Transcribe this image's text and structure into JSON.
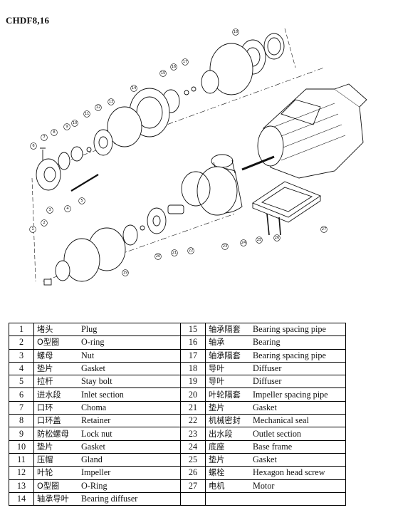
{
  "title": "CHDF8,16",
  "callouts": [
    "1",
    "2",
    "3",
    "4",
    "5",
    "6",
    "7",
    "8",
    "9",
    "10",
    "11",
    "12",
    "13",
    "14",
    "15",
    "16",
    "17",
    "18",
    "19",
    "20",
    "21",
    "22",
    "23",
    "24",
    "25",
    "26",
    "27"
  ],
  "parts": [
    {
      "no": "1",
      "cn": "堵头",
      "en": "Plug"
    },
    {
      "no": "2",
      "cn": "O型圈",
      "en": "O-ring"
    },
    {
      "no": "3",
      "cn": "螺母",
      "en": "Nut"
    },
    {
      "no": "4",
      "cn": "垫片",
      "en": "Gasket"
    },
    {
      "no": "5",
      "cn": "拉杆",
      "en": "Stay bolt"
    },
    {
      "no": "6",
      "cn": "进水段",
      "en": "Inlet section"
    },
    {
      "no": "7",
      "cn": "口环",
      "en": "Choma"
    },
    {
      "no": "8",
      "cn": "口环盖",
      "en": "Retainer"
    },
    {
      "no": "9",
      "cn": "防松螺母",
      "en": "Lock nut"
    },
    {
      "no": "10",
      "cn": "垫片",
      "en": "Gasket"
    },
    {
      "no": "11",
      "cn": "压帽",
      "en": "Gland"
    },
    {
      "no": "12",
      "cn": "叶轮",
      "en": "Impeller"
    },
    {
      "no": "13",
      "cn": "O型圈",
      "en": "O-Ring"
    },
    {
      "no": "14",
      "cn": "轴承导叶",
      "en": "Bearing diffuser"
    },
    {
      "no": "15",
      "cn": "轴承隔套",
      "en": "Bearing spacing pipe"
    },
    {
      "no": "16",
      "cn": "轴承",
      "en": "Bearing"
    },
    {
      "no": "17",
      "cn": "轴承隔套",
      "en": "Bearing spacing pipe"
    },
    {
      "no": "18",
      "cn": "导叶",
      "en": "Diffuser"
    },
    {
      "no": "19",
      "cn": "导叶",
      "en": "Diffuser"
    },
    {
      "no": "20",
      "cn": "叶轮隔套",
      "en": "Impeller spacing pipe"
    },
    {
      "no": "21",
      "cn": "垫片",
      "en": "Gasket"
    },
    {
      "no": "22",
      "cn": "机械密封",
      "en": "Mechanical seal"
    },
    {
      "no": "23",
      "cn": "出水段",
      "en": "Outlet section"
    },
    {
      "no": "24",
      "cn": "底座",
      "en": "Base frame"
    },
    {
      "no": "25",
      "cn": "垫片",
      "en": "Gasket"
    },
    {
      "no": "26",
      "cn": "螺栓",
      "en": "Hexagon head screw"
    },
    {
      "no": "27",
      "cn": "电机",
      "en": "Motor"
    }
  ]
}
